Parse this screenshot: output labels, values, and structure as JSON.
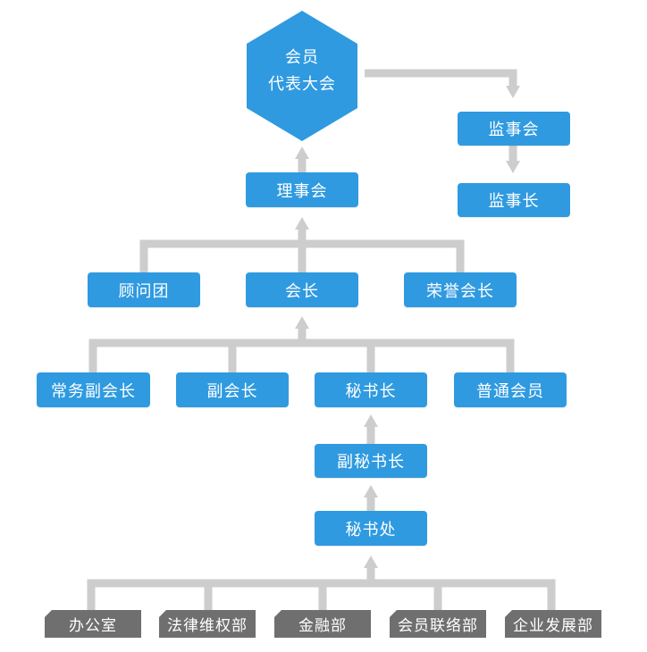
{
  "colors": {
    "box": "#2f9ae0",
    "connector": "#cdcdcd",
    "dept": "#6f6f6f"
  },
  "top": {
    "line1": "会员",
    "line2": "代表大会"
  },
  "supervision": {
    "board": "监事会",
    "chair": "监事长"
  },
  "council": "理事会",
  "row1": {
    "advisors": "顾问团",
    "president": "会长",
    "honorary": "荣誉会长"
  },
  "row2": {
    "exec_vp": "常务副会长",
    "vp": "副会长",
    "secretary_general": "秘书长",
    "members": "普通会员"
  },
  "deputy_secretary": "副秘书长",
  "secretariat": "秘书处",
  "departments": [
    "办公室",
    "法律维权部",
    "金融部",
    "会员联络部",
    "企业发展部"
  ]
}
